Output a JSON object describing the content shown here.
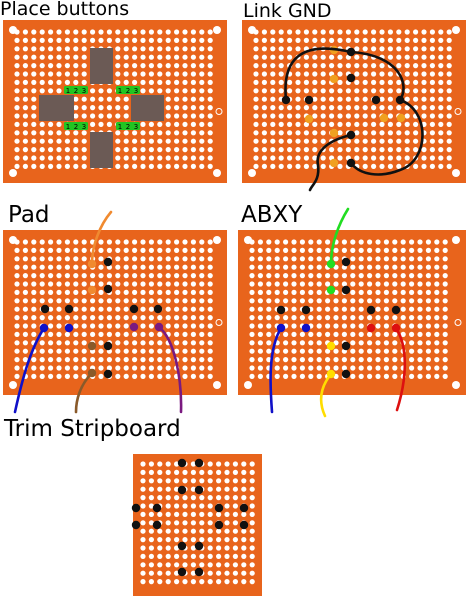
{
  "steps": [
    {
      "title": "Place buttons"
    },
    {
      "title": "Link GND"
    },
    {
      "title": "Pad"
    },
    {
      "title": "ABXY"
    },
    {
      "title": "Trim Stripboard"
    }
  ],
  "pin_labels": [
    "1",
    "2",
    "3"
  ],
  "colors": {
    "board": "#e8641c",
    "board_edge": "#d05010",
    "hole": "#ffffff",
    "button_body": "#6b5a55",
    "pin_label_bg": "#22c522",
    "gnd_pin": "#f0a020",
    "solder": "#111111",
    "wire_black": "#111111",
    "wire_blue": "#1010c8",
    "wire_purple": "#7a1a80",
    "wire_brown": "#8a5a2a",
    "wire_orange": "#f08a30",
    "wire_green": "#22dd22",
    "wire_red": "#dd1010",
    "wire_yellow": "#ffdd00"
  }
}
